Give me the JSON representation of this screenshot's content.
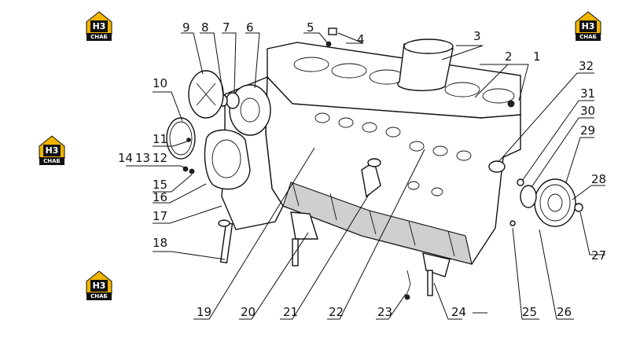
{
  "logo": {
    "mark": "H3",
    "text": "СНАБ",
    "color": "#f2b600"
  },
  "callouts": {
    "c1": "1",
    "c2": "2",
    "c3": "3",
    "c4": "4",
    "c5": "5",
    "c6": "6",
    "c7": "7",
    "c8": "8",
    "c9": "9",
    "c10": "10",
    "c11": "11",
    "c12": "12",
    "c13": "13",
    "c14": "14",
    "c15": "15",
    "c16": "16",
    "c17": "17",
    "c18": "18",
    "c19": "19",
    "c20": "20",
    "c21": "21",
    "c22": "22",
    "c23": "23",
    "c24": "24",
    "c25": "25",
    "c26": "26",
    "c27": "27",
    "c28": "28",
    "c29": "29",
    "c30": "30",
    "c31": "31",
    "c32": "32"
  }
}
